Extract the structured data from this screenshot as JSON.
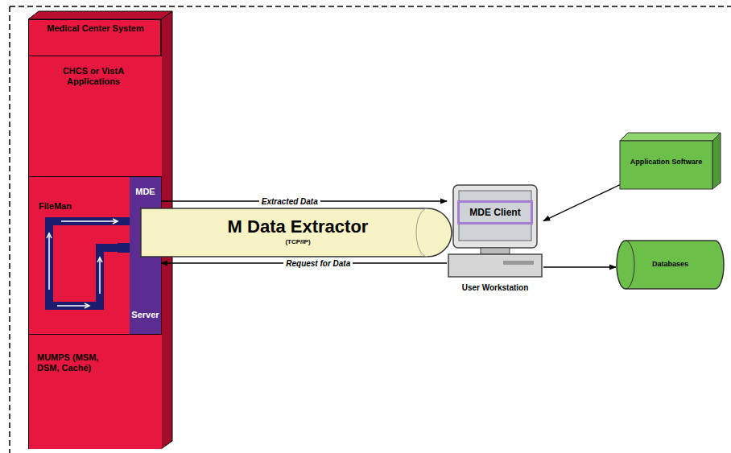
{
  "diagram": {
    "nodes": [
      {
        "text": [
          "Medical Center System"
        ]
      },
      {
        "text": [
          "CHCS or VistA Applications"
        ],
        "in": 0
      },
      {
        "text": [
          "FileMan"
        ],
        "in": 0
      },
      {
        "text": [
          "MDE",
          "Server"
        ],
        "in": 0
      },
      {
        "text": [
          "MUMPS (MSM, DSM, Caché)"
        ],
        "in": 0
      },
      {
        "text": [
          "M Data Extractor",
          "(TCP/IP)"
        ]
      },
      {
        "text": [
          "User Workstation"
        ]
      },
      {
        "text": [
          "MDE Client"
        ],
        "in": 6
      },
      {
        "text": [
          "Application Software"
        ]
      },
      {
        "text": [
          "Databases"
        ]
      }
    ],
    "edges": [
      {
        "from": 3,
        "to": 6,
        "label": "Extracted Data",
        "arrow": "to"
      },
      {
        "from": 6,
        "to": 3,
        "label": "Request for Data",
        "arrow": "to"
      },
      {
        "from": 8,
        "to": 6,
        "arrow": "to"
      },
      {
        "from": 6,
        "to": 9,
        "arrow": "to"
      }
    ]
  }
}
